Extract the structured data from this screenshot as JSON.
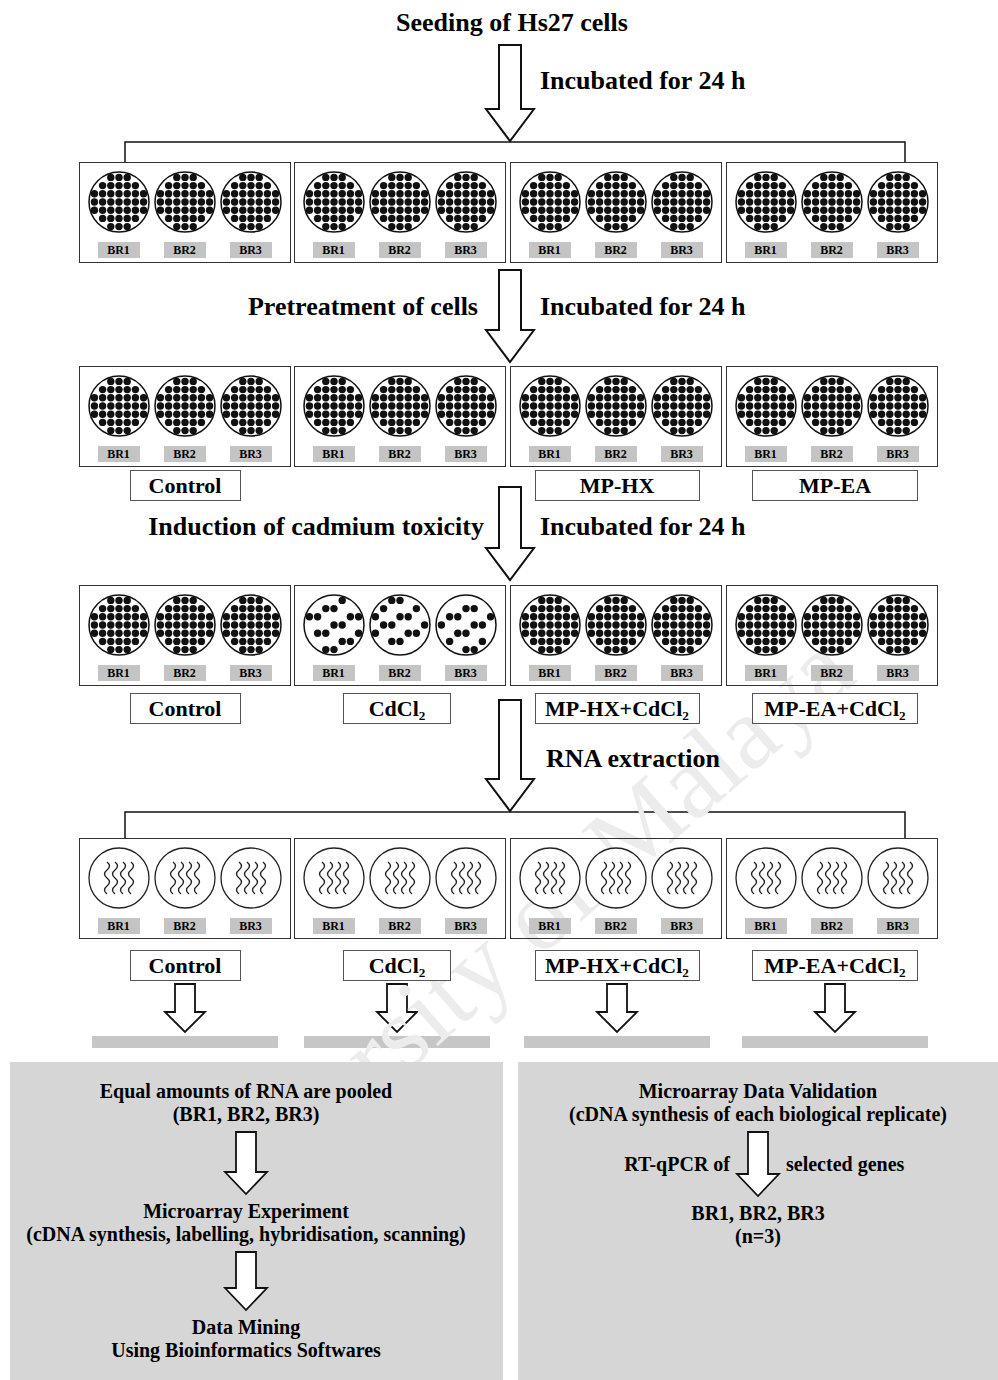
{
  "diagram": {
    "nodes": [
      {
        "text": [
          "BR1",
          "BR2",
          "BR3"
        ]
      },
      {
        "text": [
          "BR1",
          "BR2",
          "BR3"
        ]
      },
      {
        "text": [
          "BR1",
          "BR2",
          "BR3"
        ]
      },
      {
        "text": [
          "BR1",
          "BR2",
          "BR3"
        ]
      },
      {
        "text": [
          "BR1",
          "BR2",
          "BR3"
        ]
      },
      {
        "text": [
          "BR1",
          "BR2",
          "BR3"
        ]
      },
      {
        "text": [
          "BR1",
          "BR2",
          "BR3"
        ]
      },
      {
        "text": [
          "BR1",
          "BR2",
          "BR3"
        ]
      },
      {
        "text": [
          "Control"
        ]
      },
      {
        "text": [
          "MP-HX"
        ]
      },
      {
        "text": [
          "MP-EA"
        ]
      },
      {
        "text": [
          "BR1",
          "BR2",
          "BR3"
        ]
      },
      {
        "text": [
          "BR1",
          "BR2",
          "BR3"
        ]
      },
      {
        "text": [
          "BR1",
          "BR2",
          "BR3"
        ]
      },
      {
        "text": [
          "BR1",
          "BR2",
          "BR3"
        ]
      },
      {
        "text": [
          "Control"
        ]
      },
      {
        "text": [
          "CdCl₂"
        ]
      },
      {
        "text": [
          "MP-HX+CdCl₂"
        ]
      },
      {
        "text": [
          "MP-EA+CdCl₂"
        ]
      },
      {
        "text": [
          "BR1",
          "BR2",
          "BR3"
        ]
      },
      {
        "text": [
          "BR1",
          "BR2",
          "BR3"
        ]
      },
      {
        "text": [
          "BR1",
          "BR2",
          "BR3"
        ]
      },
      {
        "text": [
          "BR1",
          "BR2",
          "BR3"
        ]
      },
      {
        "text": [
          "Control"
        ]
      },
      {
        "text": [
          "CdCl₂"
        ]
      },
      {
        "text": [
          "MP-HX+CdCl₂"
        ]
      },
      {
        "text": [
          "MP-EA+CdCl₂"
        ]
      },
      {
        "text": [
          "Equal amounts of RNA are pooled (BR1, BR2, BR3)",
          "Microarray Experiment",
          "(cDNA synthesis, labelling, hybridisation, scanning)",
          "Data Mining",
          "Using Bioinformatics Softwares"
        ]
      },
      {
        "text": [
          "Microarray Data Validation",
          "(cDNA synthesis of each biological replicate)",
          "RT-qPCR of",
          "selected genes",
          "BR1, BR2, BR3 (n=3)"
        ]
      }
    ],
    "edges": [
      {
        "from": 23,
        "to": 27,
        "arrow": "to"
      },
      {
        "from": 24,
        "to": 27,
        "arrow": "to"
      },
      {
        "from": 25,
        "to": 28,
        "arrow": "to"
      },
      {
        "from": 26,
        "to": 28,
        "arrow": "to"
      }
    ],
    "labels": [
      "Seeding of Hs27 cells",
      "Incubated for 24 h",
      "Pretreatment of cells",
      "Incubated for 24 h",
      "Induction of cadmium toxicity",
      "Incubated for 24 h",
      "RNA extraction",
      "University of Malaya"
    ]
  }
}
